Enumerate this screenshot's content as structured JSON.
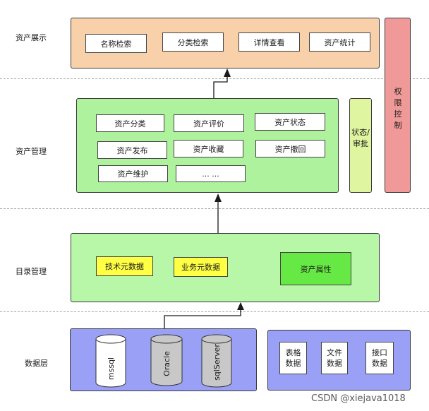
{
  "layers": {
    "display": {
      "label": "资产展示",
      "items": [
        "名称检索",
        "分类检索",
        "详情查看",
        "资产统计"
      ]
    },
    "management": {
      "label": "资产管理",
      "items": [
        "资产分类",
        "资产评价",
        "资产状态",
        "资产发布",
        "资产收藏",
        "资产撤回",
        "资产维护",
        "... ..."
      ]
    },
    "catalog": {
      "label": "目录管理",
      "items": [
        "技术元数据",
        "业务元数据",
        "资产属性"
      ]
    },
    "data": {
      "label": "数据层",
      "databases": [
        "mssql",
        "Oracle",
        "sqlServer"
      ],
      "files": [
        "表格\n数据",
        "文件\n数据",
        "接口\n数据"
      ]
    }
  },
  "side_panels": {
    "permission": "权限控制",
    "status_review": "状态/审批"
  },
  "watermark": "CSDN @xiejava1018",
  "colors": {
    "display_panel": "#f8d0a9",
    "management_panel": "#aef29d",
    "catalog_panel": "#b8f7a8",
    "data_panel": "#9aa0f5",
    "permission_panel": "#ef9a98",
    "status_panel": "#dff59f",
    "yellow_box": "#ffff44",
    "green_box": "#66e944",
    "cylinder": "#c8c8c8"
  }
}
